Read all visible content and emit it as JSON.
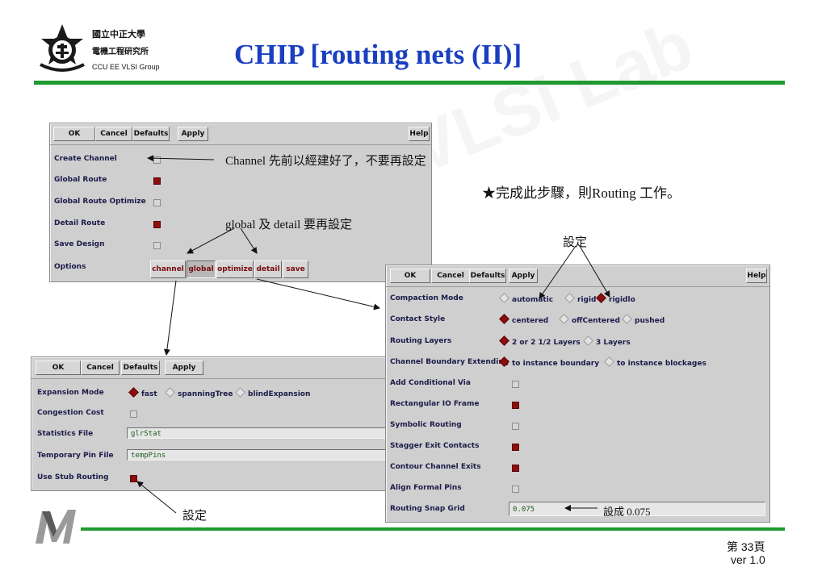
{
  "header": {
    "org_line1": "國立中正大學",
    "org_line2": "電機工程研究所",
    "org_line3": "CCU EE VLSI Group",
    "title": "CHIP [routing nets (II)]"
  },
  "watermark": "CCU EE VLSI Lab",
  "main_dialog": {
    "buttons": {
      "ok": "OK",
      "cancel": "Cancel",
      "defaults": "Defaults",
      "apply": "Apply",
      "help": "Help"
    },
    "rows": [
      {
        "label": "Create Channel",
        "checked": false
      },
      {
        "label": "Global Route",
        "checked": true
      },
      {
        "label": "Global Route Optimize",
        "checked": false
      },
      {
        "label": "Detail Route",
        "checked": true
      },
      {
        "label": "Save Design",
        "checked": false
      }
    ],
    "options_label": "Options",
    "option_buttons": [
      "channel",
      "global",
      "optimize",
      "detail",
      "save"
    ],
    "selected_option": "global"
  },
  "global_dialog": {
    "buttons": {
      "ok": "OK",
      "cancel": "Cancel",
      "defaults": "Defaults",
      "apply": "Apply"
    },
    "expansion_mode": {
      "label": "Expansion Mode",
      "options": [
        "fast",
        "spanningTree",
        "blindExpansion"
      ],
      "selected": "fast"
    },
    "congestion_cost": {
      "label": "Congestion Cost",
      "checked": false
    },
    "statistics_file": {
      "label": "Statistics File",
      "value": "glrStat"
    },
    "temporary_pin_file": {
      "label": "Temporary Pin File",
      "value": "tempPins"
    },
    "use_stub_routing": {
      "label": "Use Stub Routing",
      "checked": true
    }
  },
  "detail_dialog": {
    "buttons": {
      "ok": "OK",
      "cancel": "Cancel",
      "defaults": "Defaults",
      "apply": "Apply",
      "help": "Help"
    },
    "compaction_mode": {
      "label": "Compaction Mode",
      "options": [
        "automatic",
        "rigid",
        "rigidlo"
      ],
      "selected": "rigidlo"
    },
    "contact_style": {
      "label": "Contact Style",
      "options": [
        "centered",
        "offCentered",
        "pushed"
      ],
      "selected": "centered"
    },
    "routing_layers": {
      "label": "Routing Layers",
      "options": [
        "2 or 2 1/2 Layers",
        "3 Layers"
      ],
      "selected": "2 or 2 1/2 Layers"
    },
    "channel_boundary": {
      "label": "Channel Boundary Extending",
      "options": [
        "to instance boundary",
        "to instance blockages"
      ],
      "selected": "to instance boundary"
    },
    "checks": [
      {
        "label": "Add Conditional Via",
        "checked": false
      },
      {
        "label": "Rectangular IO Frame",
        "checked": true
      },
      {
        "label": "Symbolic Routing",
        "checked": false
      },
      {
        "label": "Stagger Exit Contacts",
        "checked": true
      },
      {
        "label": "Contour Channel Exits",
        "checked": true
      },
      {
        "label": "Align Formal Pins",
        "checked": false
      }
    ],
    "snap_grid": {
      "label": "Routing Snap Grid",
      "value": "0.075"
    }
  },
  "annotations": {
    "channel_note": "Channel 先前以經建好了，不要再設定",
    "note_star": "★完成此步驟，則Routing 工作。",
    "global_detail_note": "global 及 detail 要再設定",
    "set_top": "設定",
    "set_bottom": "設定",
    "set_value": "設成 0.075"
  },
  "footer": {
    "page": "第 33頁",
    "version": "ver 1.0"
  }
}
